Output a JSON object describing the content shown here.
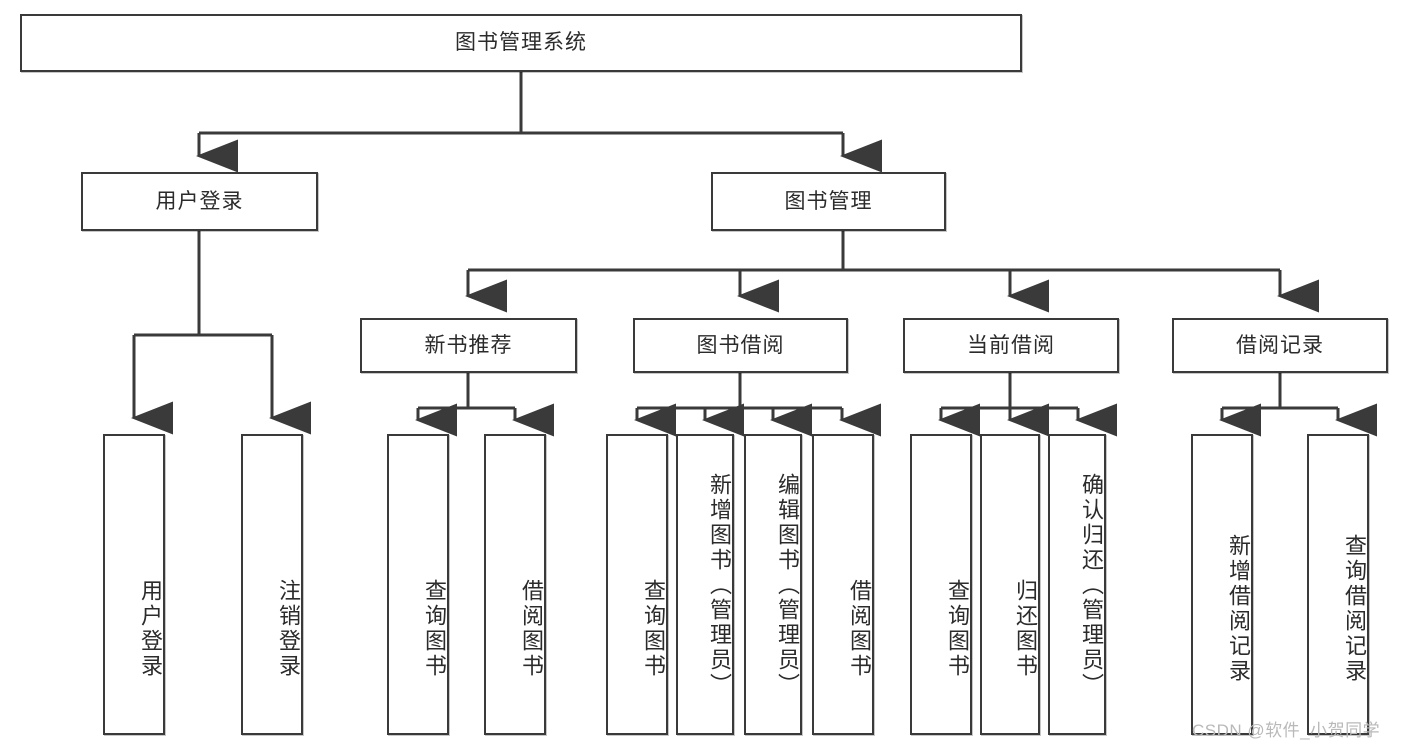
{
  "diagram": {
    "title_node": {
      "label": "图书管理系统"
    },
    "level2": [
      {
        "label": "用户登录"
      },
      {
        "label": "图书管理"
      }
    ],
    "level3": [
      {
        "label": "新书推荐"
      },
      {
        "label": "图书借阅"
      },
      {
        "label": "当前借阅"
      },
      {
        "label": "借阅记录"
      }
    ],
    "leaves": {
      "user_login": [
        {
          "label": "用户登录"
        },
        {
          "label": "注销登录"
        }
      ],
      "new_book_recommend": [
        {
          "label": "查询图书"
        },
        {
          "label": "借阅图书"
        }
      ],
      "book_borrow": [
        {
          "label": "查询图书"
        },
        {
          "label": "新增图书（管理员）"
        },
        {
          "label": "编辑图书（管理员）"
        },
        {
          "label": "借阅图书"
        }
      ],
      "current_borrow": [
        {
          "label": "查询图书"
        },
        {
          "label": "归还图书"
        },
        {
          "label": "确认归还（管理员）"
        }
      ],
      "borrow_record": [
        {
          "label": "新增借阅记录"
        },
        {
          "label": "查询借阅记录"
        }
      ]
    }
  },
  "watermark": {
    "text": "CSDN @软件_小贺同学"
  },
  "colors": {
    "stroke": "#3a3a3a",
    "text": "#2b2b2b",
    "background": "#ffffff",
    "watermark": "#b9b9b9"
  }
}
